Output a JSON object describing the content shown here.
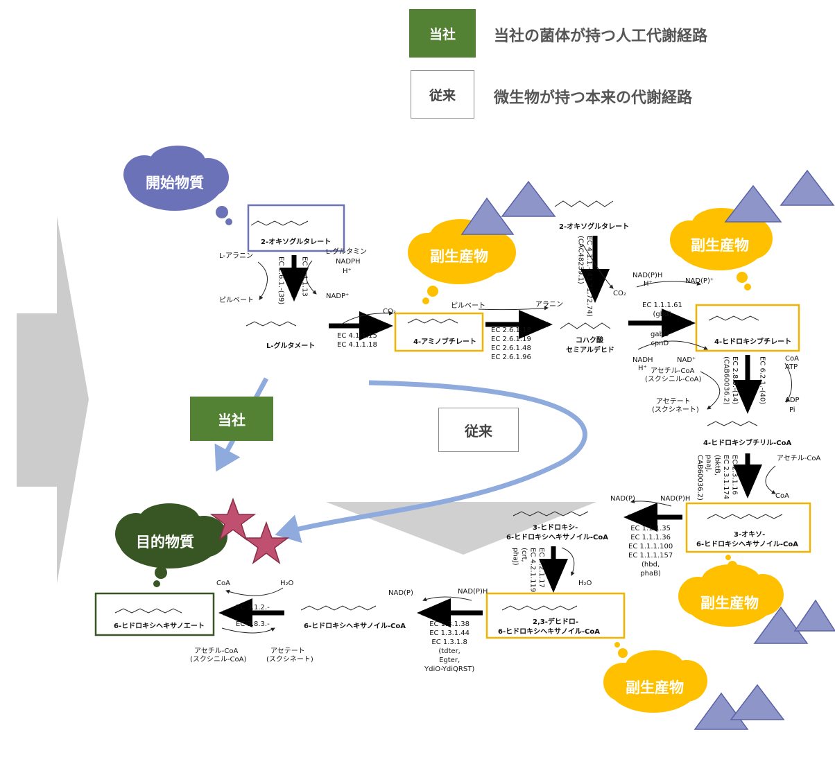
{
  "legend": {
    "company_tag": "当社",
    "company_desc": "当社の菌体が持つ人工代謝経路",
    "conventional_tag": "従来",
    "conventional_desc": "微生物が持つ本来の代謝経路"
  },
  "callouts": {
    "start": "開始物質",
    "target": "目的物質",
    "byproduct": "副生産物",
    "route_company": "当社",
    "route_conventional": "従来"
  },
  "molecules": {
    "oxoglutarate_1": "2-オキソグルタレート",
    "oxoglutarate_2": "2-オキソグルタレート",
    "glutamate": "L-グルタメート",
    "aminobutyrate": "4-アミノブチレート",
    "succinic_semialdehyde_1": "コハク酸",
    "succinic_semialdehyde_2": "セミアルデヒド",
    "hydroxybutyrate": "4-ヒドロキシブチレート",
    "hydroxybutyryl_coa": "4-ヒドロキシブチリル-CoA",
    "oxo_hexanoyl_coa_1": "3-オキソ-",
    "oxo_hexanoyl_coa_2": "6-ヒドロキシヘキサノイル-CoA",
    "hydroxy_hexanoyl_coa_1": "3-ヒドロキシ-",
    "hydroxy_hexanoyl_coa_2": "6-ヒドロキシヘキサノイル-CoA",
    "dehydro_hexanoyl_coa_1": "2,3-デヒドロ-",
    "dehydro_hexanoyl_coa_2": "6-ヒドロキシヘキサノイル-CoA",
    "hexanoyl_coa": "6-ヒドロキシヘキサノイル-CoA",
    "hydroxyhexanoate": "6-ヒドロキシヘキサノエート"
  },
  "cofactors": {
    "alanine_l": "L-アラニン",
    "pyruvate_l": "ピルベート",
    "glutamine": "L-グルタミン",
    "nadph": "NADPH",
    "h_plus_1": "H⁺",
    "nadp_plus": "NADP⁺",
    "co2_1": "CO₂",
    "pyruvate_2": "ピルベート",
    "alanine_2": "アラニン",
    "co2_2": "CO₂",
    "nadph_2": "NAD(P)H",
    "h_plus_2": "H⁺",
    "nadp_2": "NAD(P)⁺",
    "nadh": "NADH",
    "h_plus_3": "H⁺",
    "nad_plus": "NAD⁺",
    "acetyl_coa_1": "アセチル-CoA",
    "succinyl_coa_1": "(スクシニル-CoA)",
    "acetate_1": "アセテート",
    "succinate_1": "(スクシネート)",
    "coa_atp": "CoA",
    "atp": "ATP",
    "adp": "ADP",
    "pi": "Pi",
    "acetyl_coa_2": "アセチル-CoA",
    "coa_2": "CoA",
    "nadp_3": "NAD(P)",
    "nadph_3": "NAD(P)H",
    "h2o_1": "H₂O",
    "nadp_4": "NAD(P)",
    "nadph_4": "NAD(P)H",
    "coa_3": "CoA",
    "h2o_2": "H₂O",
    "acetyl_coa_3": "アセチル-CoA",
    "succinyl_coa_3": "(スクシニル-CoA)",
    "acetate_3": "アセテート",
    "succinate_3": "(スクシネート)"
  },
  "enzymes": {
    "ec_a": "EC 2.6.1.-(39)",
    "ec_b": "EC 1.4.1.13",
    "ec_decarb": "EC 4.1.1.15\nEC 4.1.1.18",
    "ec_transam": "EC 2.6.1.18\nEC 2.6.1.19\nEC 2.6.1.48\nEC 2.6.1.96",
    "ec_kgd": "EC 4.1.1.-(43,71,72,74)\n(CAC48239.1)",
    "ec_gbd": "EC 1.1.1.61\n(gbd)",
    "ec_gabd": "gabD\ncpnD",
    "ec_coa_trans": "EC 2.8.3.-(14)\n(CAB60036.2)",
    "ec_coa_lig": "EC 6.2.1.-(40)",
    "ec_thiolase": "EC 2.3.1.16\nEC 2.3.1.174\n(bktB,\npaaJ,\nCAB60036.2)",
    "ec_hbd": "EC 1.1.1.35\nEC 1.1.1.36\nEC 1.1.1.100\nEC 1.1.1.157\n(hbd,\nphaB)",
    "ec_crt": "EC 4.2.1.17\nEC 4.2.1.119\n(crt,\nphaJ)",
    "ec_ter": "EC 1.3.1.38\nEC 1.3.1.44\nEC 1.3.1.8\n(tdter,\nEgter,\nYdiO-YdiQRST)",
    "ec_thioest": "EC 3.1.2.-",
    "ec_coa_trans2": "EC 2.8.3.-"
  },
  "colors": {
    "company_green": "#548235",
    "target_green": "#375623",
    "start_blue": "#6b72b8",
    "byproduct_yellow": "#ffc000",
    "triangle": "#8e95c8",
    "star": "#c0506f",
    "route_blue": "#8faadc",
    "grey_arrow": "#cccccc"
  },
  "icons": {
    "byproduct_marker": "triangle-icon",
    "target_marker": "star-icon",
    "flow_arrow": "big-arrow-icon"
  }
}
